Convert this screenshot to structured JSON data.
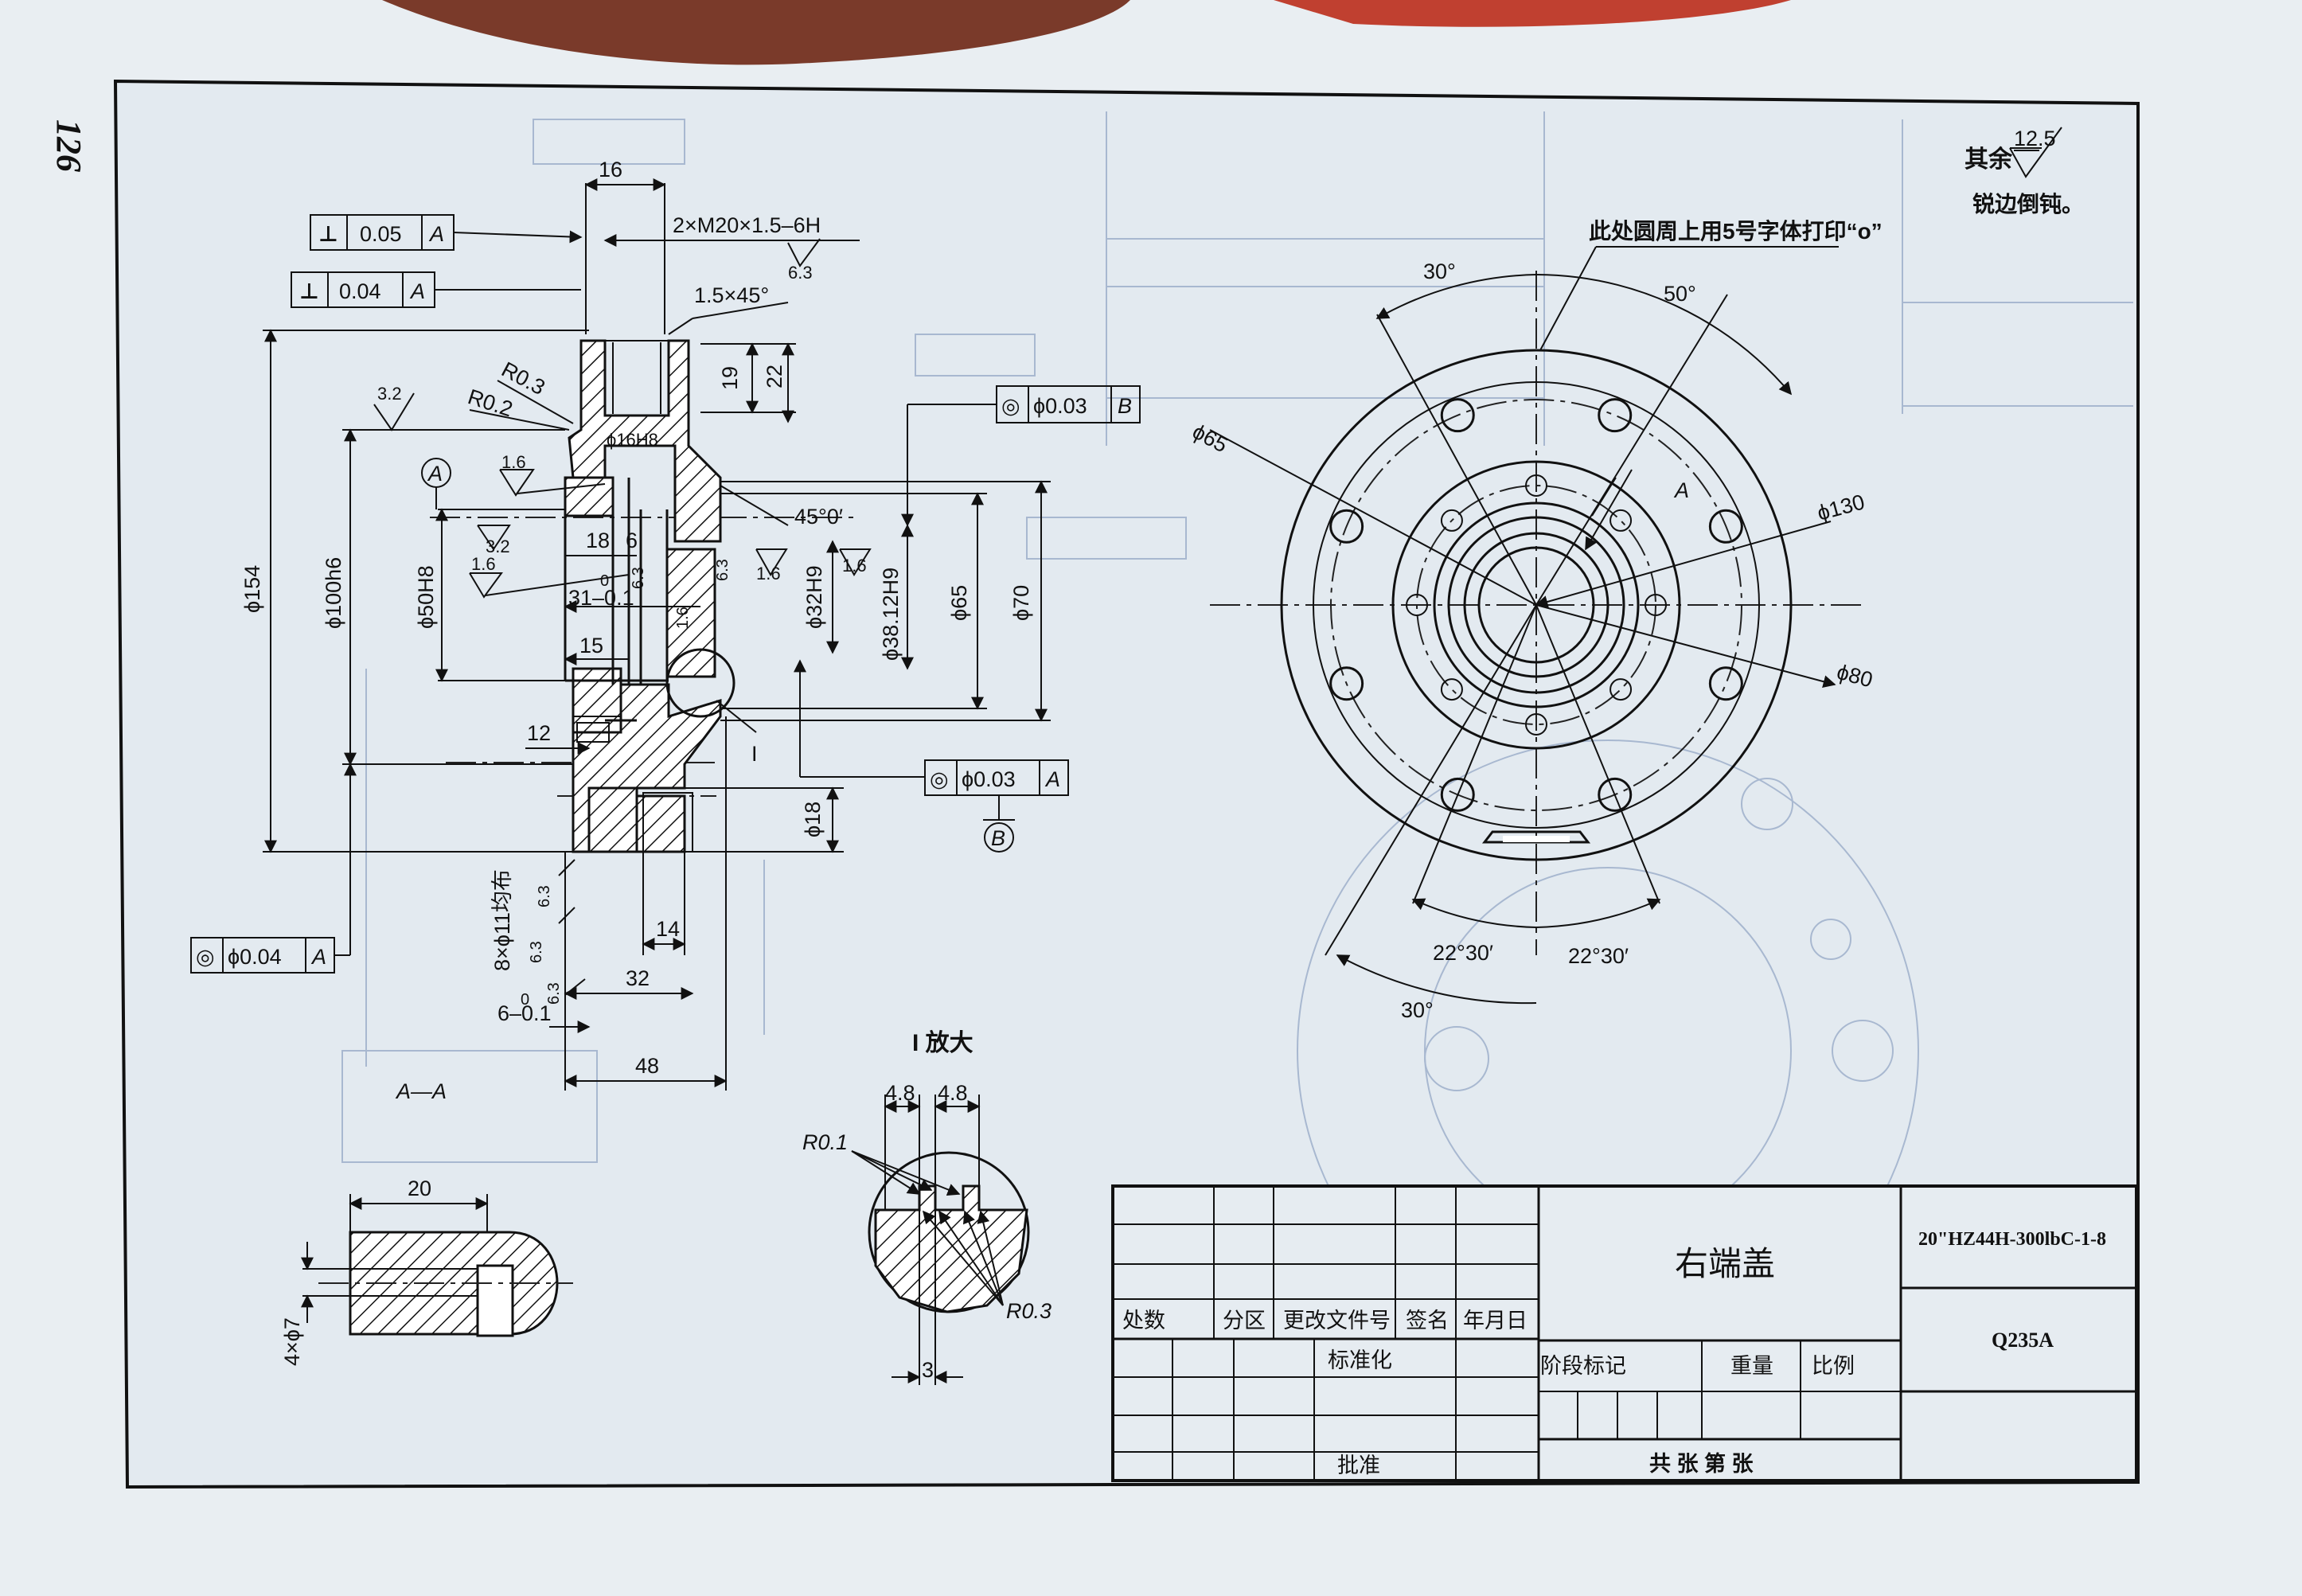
{
  "page_number": "126",
  "surface_note": {
    "prefix": "其余",
    "value": "12.5",
    "edge_note": "锐边倒钝。"
  },
  "stamp_note": "此处圆周上用5号字体打印“o”",
  "section_labels": {
    "aa": "A—A",
    "detail_title": "I 放大",
    "detail_ref": "I"
  },
  "datum": {
    "a": "A",
    "b": "B"
  },
  "tolerance_frames": {
    "f1": {
      "symbol": "⊥",
      "value": "0.05",
      "datum": "A"
    },
    "f2": {
      "symbol": "⊥",
      "value": "0.04",
      "datum": "A"
    },
    "f3": {
      "symbol": "◎",
      "value": "ϕ0.03",
      "datum": "B"
    },
    "f4": {
      "symbol": "◎",
      "value": "ϕ0.03",
      "datum": "A"
    },
    "f5": {
      "symbol": "◎",
      "value": "ϕ0.04",
      "datum": "A"
    }
  },
  "dims_section": {
    "d16": "16",
    "thread": "2×M20×1.5–6H",
    "ra63a": "6.3",
    "chamfer": "1.5×45°",
    "d19": "19",
    "d22": "22",
    "r03": "R0.3",
    "r02": "R0.2",
    "ra32a": "3.2",
    "p16": "ϕ16H8",
    "ra16a": "1.6",
    "ang": "45°0′",
    "d18": "18",
    "d6": "6",
    "ra32b": "3.2",
    "ra16b": "1.6",
    "tol31": "31–0.1",
    "tol31u": "0",
    "ra63b": "6.3",
    "ra16c": "1.6",
    "ra16d": "1.6",
    "ra16e": "1.6",
    "p32": "ϕ32H9",
    "p38": "ϕ38.12H9",
    "p65": "ϕ65",
    "p70": "ϕ70",
    "p154": "ϕ154",
    "p100": "ϕ100h6",
    "p50": "ϕ50H8",
    "d15": "15",
    "d12": "12",
    "holes": "8×ϕ11均布",
    "ra63c": "6.3",
    "ra63d": "6.3",
    "ra63e": "6.3",
    "d14": "14",
    "d32": "32",
    "tol6": "6–0.1",
    "tol6u": "0",
    "d48": "48",
    "p18": "ϕ18"
  },
  "dims_front": {
    "a30top": "30°",
    "a50": "50°",
    "p65": "ϕ65",
    "p130": "ϕ130",
    "p80": "ϕ80",
    "a2230l": "22°30′",
    "a2230r": "22°30′",
    "a30bot": "30°",
    "mark_a": "A"
  },
  "dims_small": {
    "d20": "20",
    "holes4": "4×ϕ7"
  },
  "dims_detail": {
    "d48a": "4.8",
    "d48b": "4.8",
    "r01": "R0.1",
    "r03": "R0.3",
    "d3": "3"
  },
  "title_block": {
    "name": "右端盖",
    "drawing_no": "20\"HZ44H-300lbC-1-8",
    "material": "Q235A",
    "cols": [
      "处数",
      "分区",
      "更改文件号",
      "签名",
      "年月日"
    ],
    "standardize": "标准化",
    "approve": "批准",
    "stage": "阶段标记",
    "weight": "重量",
    "scale": "比例",
    "sheets": "共  张  第  张"
  }
}
